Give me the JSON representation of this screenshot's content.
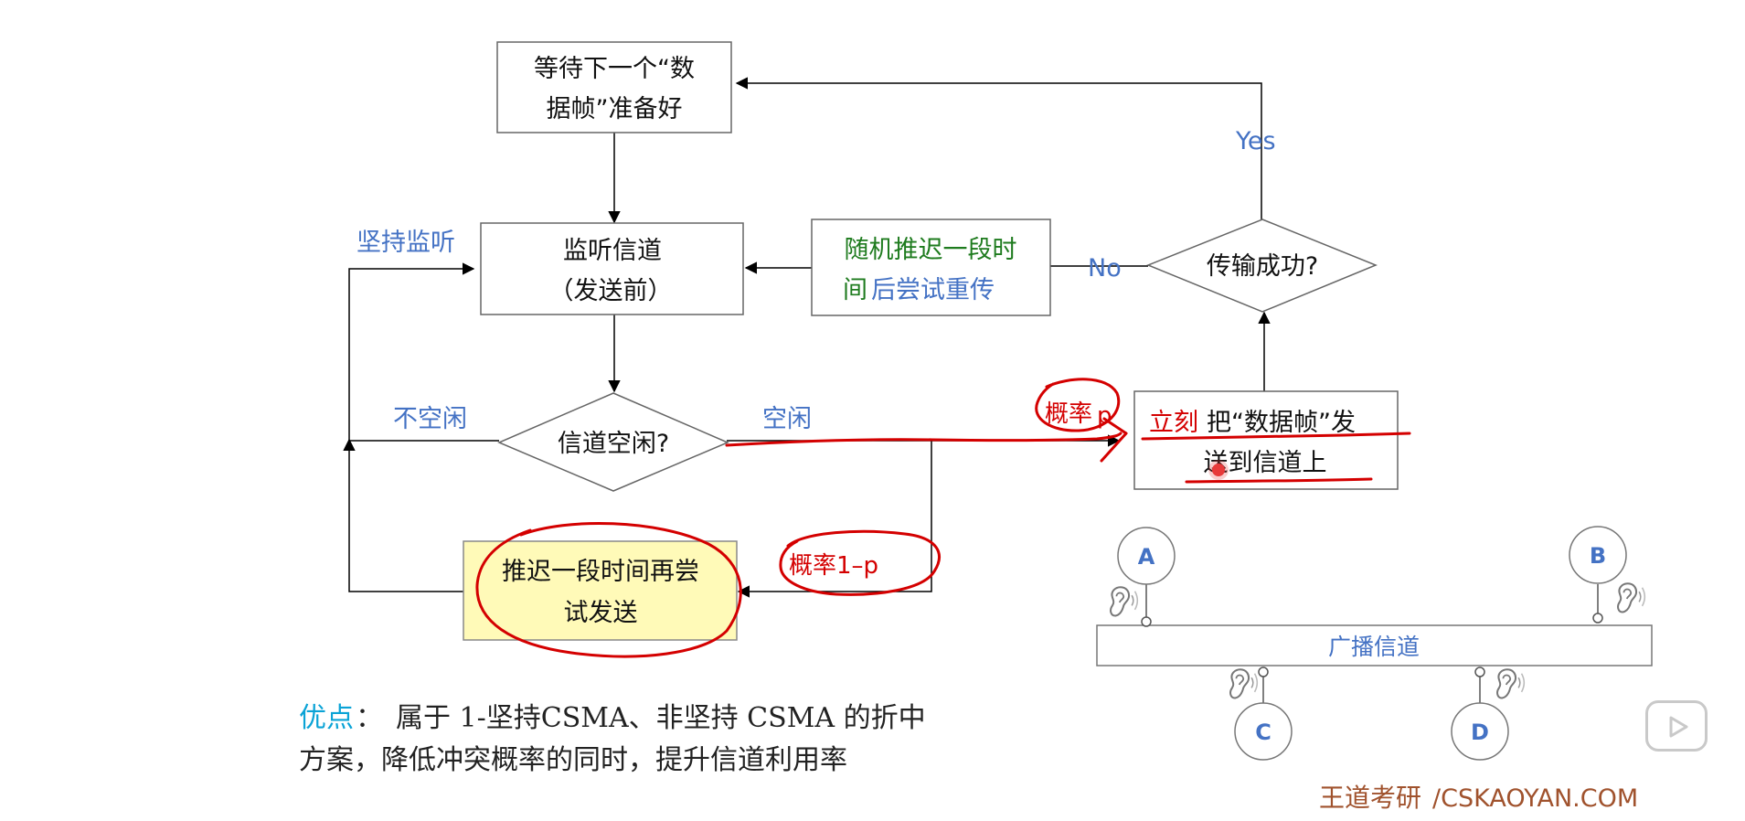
{
  "flowchart": {
    "wait_box": {
      "line1": "等待下一个“数",
      "line2": "据帧”准备好"
    },
    "listen_box": {
      "line1": "监听信道",
      "line2": "（发送前）"
    },
    "idle_diamond": "信道空闲?",
    "success_diamond": "传输成功?",
    "retry_box": {
      "line1_green": "随机推迟一段时",
      "line2_green": "间",
      "line2_blue": "后尝试重传"
    },
    "send_box": {
      "line1_red": "立刻",
      "line1_black": "把“数据帧”发",
      "line2": "送到信道上"
    },
    "defer_box": {
      "line1": "推迟一段时间再尝",
      "line2": "试发送"
    },
    "labels": {
      "keep_listening": "坚持监听",
      "not_idle": "不空闲",
      "idle": "空闲",
      "yes": "Yes",
      "no": "No"
    },
    "annotations": {
      "prob_p_text": "概率",
      "prob_p_letter": "p",
      "prob_1p": "概率1–p"
    }
  },
  "advantage": {
    "label": "优点",
    "colon": "：",
    "line1": "属于 1-坚持CSMA、非坚持 CSMA 的折中",
    "line2": "方案，降低冲突概率的同时，提升信道利用率"
  },
  "network": {
    "nodes": [
      "A",
      "B",
      "C",
      "D"
    ],
    "channel_label": "广播信道"
  },
  "watermark": {
    "cn": "王道考研",
    "en": "/CSKAOYAN.COM"
  },
  "colors": {
    "blue": "#4472c4",
    "green": "#1e7b1e",
    "red": "#d40000",
    "highlight": "#fffab8",
    "gray_border": "#666666",
    "watermark": "#a0522d"
  },
  "icons": [
    "ear-icon",
    "play-icon"
  ]
}
